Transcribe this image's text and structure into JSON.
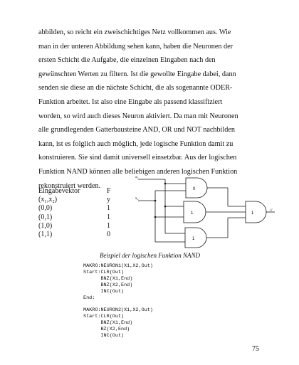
{
  "paragraph_lines": [
    "abbilden, so reicht ein zweischichtiges Netz vollkommen aus.  Wie",
    "man in der unteren Abbildung sehen kann, haben die Neuronen der",
    "ersten Schicht die Aufgabe, die einzelnen Eingaben nach den",
    "gewünschten Werten zu filtern. Ist die gewollte Eingabe dabei, dann",
    "senden sie diese an die nächste Schicht, die als sogenannte ODER-",
    "Funktion arbeitet. Ist also eine Eingabe als passend klassifiziert",
    "worden, so wird auch dieses Neuron aktiviert. Da man mit Neuronen",
    "alle grundlegenden Gatterbausteine AND, OR und NOT nachbilden",
    "kann, ist es folglich auch möglich, jede logische Funktion damit zu",
    "konstruieren. Sie sind damit universell einsetzbar. Aus der logischen",
    "Funktion NAND können alle beliebigen anderen logischen Funktion",
    "rekonstruiert werden."
  ],
  "truth_table": {
    "header": [
      "Eingabevektor",
      "F"
    ],
    "subheader": [
      "(x₁,x₂)",
      "y"
    ],
    "rows": [
      [
        "(0,0)",
        "1"
      ],
      [
        "(0,1)",
        "1"
      ],
      [
        "(1,0)",
        "1"
      ],
      [
        "(1,1)",
        "0"
      ]
    ]
  },
  "diagram": {
    "input_labels": [
      "x₁",
      "x₂"
    ],
    "output_label": "y",
    "neuron_thresholds": [
      "0",
      "1",
      "1",
      "1"
    ]
  },
  "caption": "Beispiel der logischen Funktion NAND",
  "code_lines": [
    "MAKRO:NEURON1(X1,X2,Out)",
    "Start:CLR(Out)",
    "      BNZ(X1,End)",
    "      BNZ(X2,End)",
    "      INC(Out)",
    "End:",
    "",
    "MAKRO:NEURON2(X1,X2,Out)",
    "Start:CLR(Out)",
    "      BNZ(X1,End)",
    "      BZ(X2,End)",
    "      INC(Out)"
  ],
  "page_number": "75"
}
